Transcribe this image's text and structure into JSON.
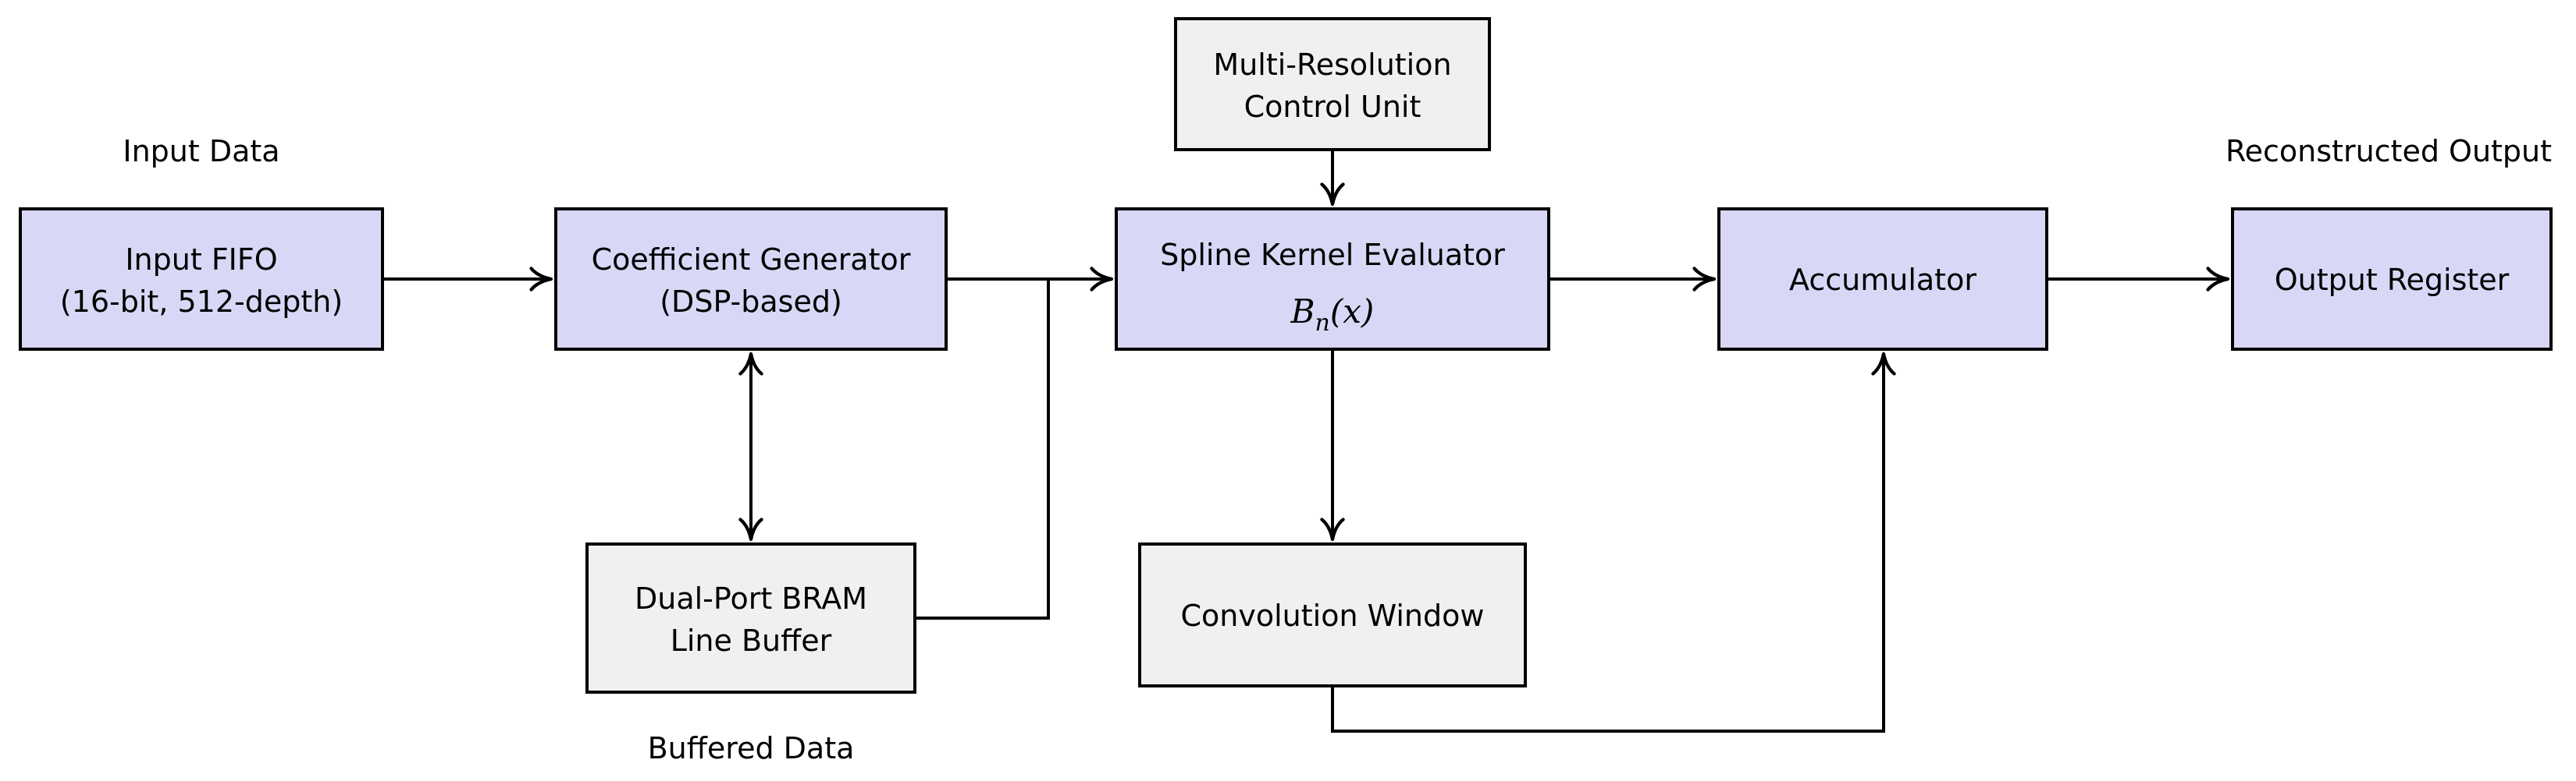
{
  "diagram": {
    "title_none": "",
    "colors": {
      "module_fill": "#d8d8f6",
      "buffer_fill": "#f0f0f0",
      "border": "#000000",
      "background": "#ffffff"
    },
    "labels": {
      "input_data": "Input Data",
      "reconstructed_output": "Reconstructed Output",
      "buffered_data": "Buffered Data"
    },
    "nodes": {
      "input_fifo": {
        "line1": "Input FIFO",
        "line2": "(16-bit, 512-depth)"
      },
      "coefficient_generator": {
        "line1": "Coefficient Generator",
        "line2": "(DSP-based)"
      },
      "control_unit": {
        "line1": "Multi-Resolution",
        "line2": "Control Unit"
      },
      "spline_evaluator": {
        "line1": "Spline Kernel Evaluator",
        "formula_base": "B",
        "formula_sub": "n",
        "formula_rest": "(x)"
      },
      "accumulator": {
        "line1": "Accumulator"
      },
      "output_register": {
        "line1": "Output Register"
      },
      "bram_line_buffer": {
        "line1": "Dual-Port BRAM",
        "line2": "Line Buffer"
      },
      "convolution_window": {
        "line1": "Convolution Window"
      }
    }
  }
}
